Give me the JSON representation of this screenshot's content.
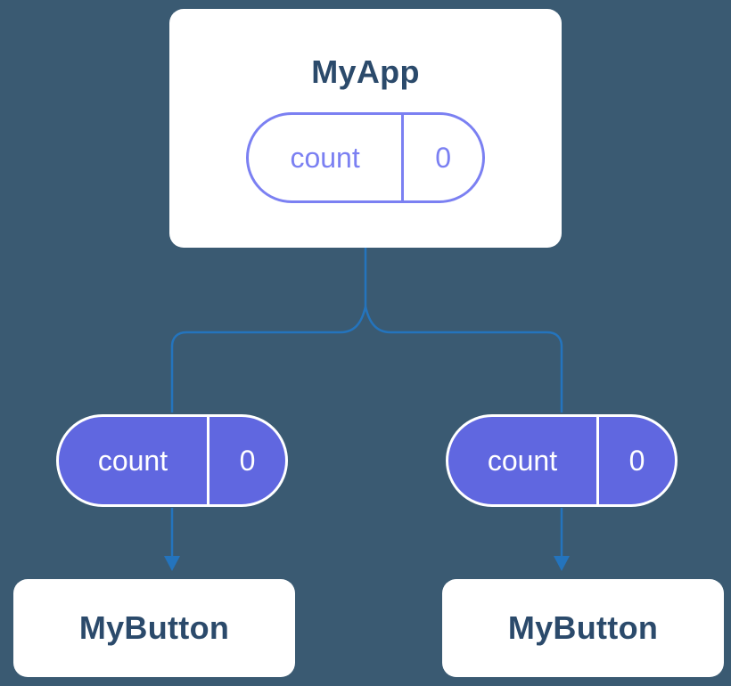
{
  "diagram": {
    "root": {
      "title": "MyApp",
      "state": {
        "label": "count",
        "value": "0"
      }
    },
    "children": [
      {
        "title": "MyButton",
        "state": {
          "label": "count",
          "value": "0"
        }
      },
      {
        "title": "MyButton",
        "state": {
          "label": "count",
          "value": "0"
        }
      }
    ]
  },
  "colors": {
    "background": "#3a5a72",
    "card_bg": "#ffffff",
    "card_text": "#2b4a6b",
    "pill_outline": "#7b80f2",
    "pill_fill": "#6067e0",
    "pill_text_on_fill": "#ffffff",
    "connector": "#2474bd"
  }
}
